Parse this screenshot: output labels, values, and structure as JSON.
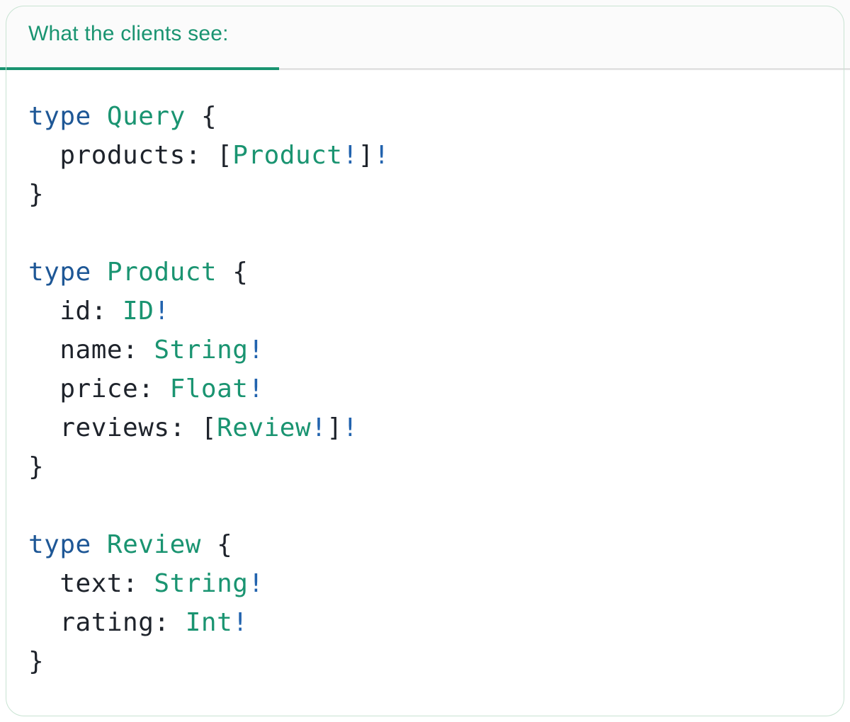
{
  "panel": {
    "tab_label": "What the clients see:"
  },
  "colors": {
    "accent_green": "#1A9471",
    "keyword_blue": "#1E5796",
    "bang_blue": "#2263AE",
    "text_dark": "#1E232B",
    "header_bg": "#FBFBFB",
    "divider_gray": "#E3E3E3",
    "border_green": "#C8E3D2"
  },
  "code": {
    "language": "graphql",
    "lines": [
      {
        "tokens": [
          {
            "t": "type",
            "s": "keyword"
          },
          {
            "t": " ",
            "s": "plain"
          },
          {
            "t": "Query",
            "s": "typename"
          },
          {
            "t": " {",
            "s": "plain"
          }
        ]
      },
      {
        "tokens": [
          {
            "t": "  products: [",
            "s": "plain"
          },
          {
            "t": "Product",
            "s": "typename"
          },
          {
            "t": "!",
            "s": "bang"
          },
          {
            "t": "]",
            "s": "plain"
          },
          {
            "t": "!",
            "s": "bang"
          }
        ]
      },
      {
        "tokens": [
          {
            "t": "}",
            "s": "plain"
          }
        ]
      },
      {
        "tokens": []
      },
      {
        "tokens": [
          {
            "t": "type",
            "s": "keyword"
          },
          {
            "t": " ",
            "s": "plain"
          },
          {
            "t": "Product",
            "s": "typename"
          },
          {
            "t": " {",
            "s": "plain"
          }
        ]
      },
      {
        "tokens": [
          {
            "t": "  id: ",
            "s": "plain"
          },
          {
            "t": "ID",
            "s": "typename"
          },
          {
            "t": "!",
            "s": "bang"
          }
        ]
      },
      {
        "tokens": [
          {
            "t": "  name: ",
            "s": "plain"
          },
          {
            "t": "String",
            "s": "typename"
          },
          {
            "t": "!",
            "s": "bang"
          }
        ]
      },
      {
        "tokens": [
          {
            "t": "  price: ",
            "s": "plain"
          },
          {
            "t": "Float",
            "s": "typename"
          },
          {
            "t": "!",
            "s": "bang"
          }
        ]
      },
      {
        "tokens": [
          {
            "t": "  reviews: [",
            "s": "plain"
          },
          {
            "t": "Review",
            "s": "typename"
          },
          {
            "t": "!",
            "s": "bang"
          },
          {
            "t": "]",
            "s": "plain"
          },
          {
            "t": "!",
            "s": "bang"
          }
        ]
      },
      {
        "tokens": [
          {
            "t": "}",
            "s": "plain"
          }
        ]
      },
      {
        "tokens": []
      },
      {
        "tokens": [
          {
            "t": "type",
            "s": "keyword"
          },
          {
            "t": " ",
            "s": "plain"
          },
          {
            "t": "Review",
            "s": "typename"
          },
          {
            "t": " {",
            "s": "plain"
          }
        ]
      },
      {
        "tokens": [
          {
            "t": "  text: ",
            "s": "plain"
          },
          {
            "t": "String",
            "s": "typename"
          },
          {
            "t": "!",
            "s": "bang"
          }
        ]
      },
      {
        "tokens": [
          {
            "t": "  rating: ",
            "s": "plain"
          },
          {
            "t": "Int",
            "s": "typename"
          },
          {
            "t": "!",
            "s": "bang"
          }
        ]
      },
      {
        "tokens": [
          {
            "t": "}",
            "s": "plain"
          }
        ]
      }
    ]
  }
}
